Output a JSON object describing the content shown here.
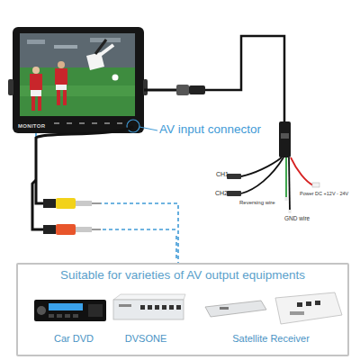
{
  "diagram": {
    "nodes": [
      {
        "text": [
          "MONITOR"
        ]
      },
      {
        "text": [
          "Suitable for varieties of AV output equipments"
        ]
      },
      {
        "text": [
          "Car DVD"
        ],
        "in": 1
      },
      {
        "text": [
          "DVSONE"
        ],
        "in": 1
      },
      {
        "text": [
          "Satellite Receiver"
        ],
        "in": 1
      }
    ],
    "edges": [
      {
        "from": 0,
        "to": 1,
        "arrow": "none"
      }
    ],
    "labels": [
      "AV input connector",
      "CH1",
      "CH2",
      "Reversing wire",
      "GND wire",
      "Power DC +12V - 24V"
    ]
  }
}
